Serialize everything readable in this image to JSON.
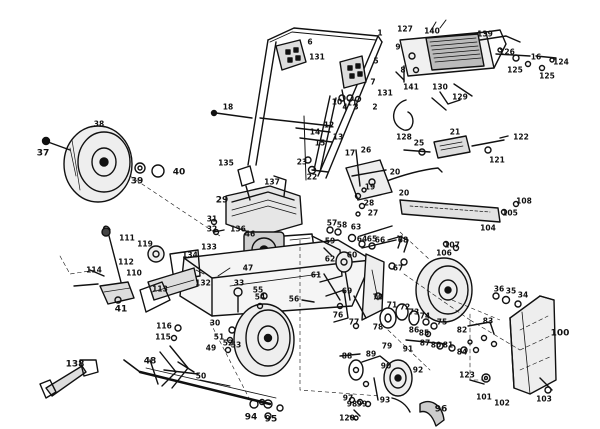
{
  "labels": {
    "n1": "1",
    "n2": "2",
    "n3": "3",
    "n4": "4",
    "n5": "5",
    "n6": "6",
    "n7": "7",
    "n8": "8",
    "n9": "9",
    "n10": "10",
    "n11": "11",
    "n12": "12",
    "n13": "13",
    "n14": "14",
    "n15": "15",
    "n16": "16",
    "n17": "17",
    "n18": "18",
    "n19": "19",
    "n20": "20",
    "n21": "21",
    "n22": "22",
    "n23": "23",
    "n25": "25",
    "n26": "26",
    "n27": "27",
    "n28": "28",
    "n29": "29",
    "n30": "30",
    "n31": "31",
    "n32": "32",
    "n33": "33",
    "n34": "34",
    "n35": "35",
    "n36": "36",
    "n37": "37",
    "n38": "38",
    "n39": "39",
    "n40": "40",
    "n41": "41",
    "n46": "46",
    "n47": "47",
    "n48": "48",
    "n49": "49",
    "n50": "50",
    "n51": "51",
    "n52": "52",
    "n53": "53",
    "n54": "54",
    "n55": "55",
    "n56": "56",
    "n57": "57",
    "n58": "58",
    "n59": "59",
    "n60": "60",
    "n61": "61",
    "n62": "62",
    "n63": "63",
    "n64": "64",
    "n65": "65",
    "n66": "66",
    "n67": "67",
    "n68": "68",
    "n69": "69",
    "n70": "70",
    "n71": "71",
    "n72": "72",
    "n73": "73",
    "n74": "74",
    "n75": "75",
    "n76": "76",
    "n77": "77",
    "n78": "78",
    "n79": "79",
    "n80": "80",
    "n81": "81",
    "n82": "82",
    "n83": "83",
    "n84": "84",
    "n85": "85",
    "n86": "86",
    "n87": "87",
    "n88": "88",
    "n89": "89",
    "n90": "90",
    "n91": "91",
    "n92": "92",
    "n93": "93",
    "n94": "94",
    "n95": "95",
    "n96": "96",
    "n97": "97",
    "n98": "98",
    "n99": "99",
    "n100": "100",
    "n101": "101",
    "n102": "102",
    "n103": "103",
    "n104": "104",
    "n105": "105",
    "n106": "106",
    "n107": "107",
    "n108": "108",
    "n110": "110",
    "n111": "111",
    "n112": "112",
    "n113": "113",
    "n114": "114",
    "n115": "115",
    "n116": "116",
    "n119": "119",
    "n120": "120",
    "n121": "121",
    "n122": "122",
    "n123": "123",
    "n124": "124",
    "n125": "125",
    "n126": "126",
    "n127": "127",
    "n128": "128",
    "n129": "129",
    "n130": "130",
    "n131": "131",
    "n132": "132",
    "n133": "133",
    "n134": "134",
    "n135": "135",
    "n136": "136",
    "n137": "137",
    "n138": "138",
    "n139": "139",
    "n140": "140",
    "n141": "141"
  }
}
